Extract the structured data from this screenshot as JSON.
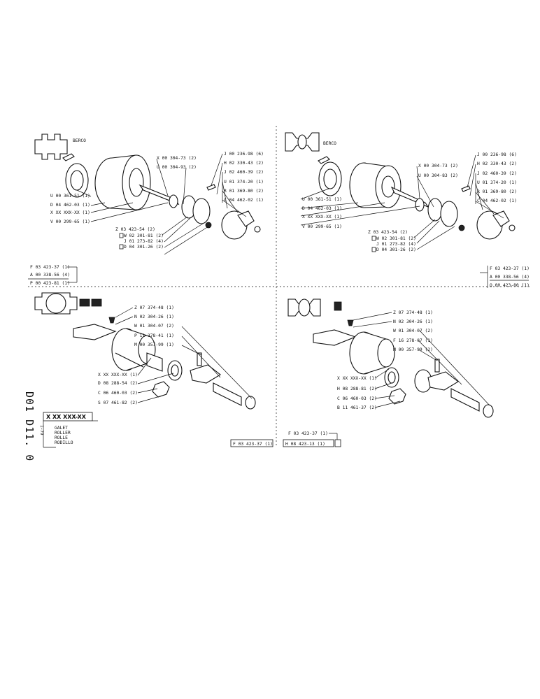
{
  "document": {
    "code": "D01 D11. 0",
    "date": "1-79",
    "part_number": "X XX XXX-XX",
    "titles": [
      "GALET",
      "ROLLER",
      "ROLLE",
      "RODILLO"
    ]
  },
  "quadrant_tl": {
    "logo": "BERCO",
    "labels": [
      "X 00 304-73 (2)",
      "U 00 304-93 (2)",
      "J 00 236-98 (6)",
      "H 02 330-43 (2)",
      "J 02 460-39 (2)",
      "U 01 374-20 (1)",
      "R 01 369-80 (2)",
      "C 04 462-02 (1)",
      "U 00 361-51 (1)",
      "D 04 462-03 (1)",
      "X XX XXX-XX (1)",
      "V 00 299-65 (1)",
      "Z 03 423-54 (2)",
      "W 02 301-81 (2)",
      "J 01 273-82 (4)",
      "D 04 301-26 (2)"
    ],
    "refs": [
      "F 03 423-37 (1)",
      "A 00 338-56 (4)",
      "P 00 423-81 (1)"
    ]
  },
  "quadrant_tr": {
    "logo": "BERCO",
    "labels": [
      "J 00 236-98 (6)",
      "X 00 304-73 (2)",
      "H 02 330-43 (2)",
      "U 00 304-83 (2)",
      "J 02 460-39 (2)",
      "U 01 374-20 (1)",
      "R 01 369-80 (2)",
      "C 04 462-02 (1)",
      "U 00 361-51 (1)",
      "D 04 462-03 (1)",
      "X XX XXX-XX (1)",
      "V 00 299-65 (1)",
      "Z 03 423-54 (2)",
      "W 02 301-81 (2)",
      "J 01 273-82 (4)",
      "D 04 301-26 (2)"
    ],
    "refs": [
      "F 03 423-37 (1)",
      "A 00 338-56 (4)",
      "Q 00 423-80 (1)"
    ]
  },
  "quadrant_bl": {
    "labels": [
      "Z 07 374-48 (1)",
      "N 02 304-26 (1)",
      "W 01 304-07 (2)",
      "P 11 278-41 (1)",
      "M 00 357-99 (1)",
      "X XX XXX-XX (1)",
      "D 08 288-54 (2)",
      "C 06 460-03 (2)",
      "S 07 461-82 (2)"
    ],
    "ref": "F 03 423-37 (1)"
  },
  "quadrant_br": {
    "labels": [
      "Z 07 374-48 (1)",
      "N 02 304-26 (1)",
      "W 01 304-07 (2)",
      "F 16 278-07 (1)",
      "M 00 357-99 (2)",
      "X XX XXX-XX (1)",
      "H 08 288-81 (2)",
      "C 06 460-03 (2)",
      "B 11 461-37 (2)"
    ],
    "refs": [
      "F 03 423-37 (1)",
      "H 08 423-13 (1)"
    ]
  }
}
